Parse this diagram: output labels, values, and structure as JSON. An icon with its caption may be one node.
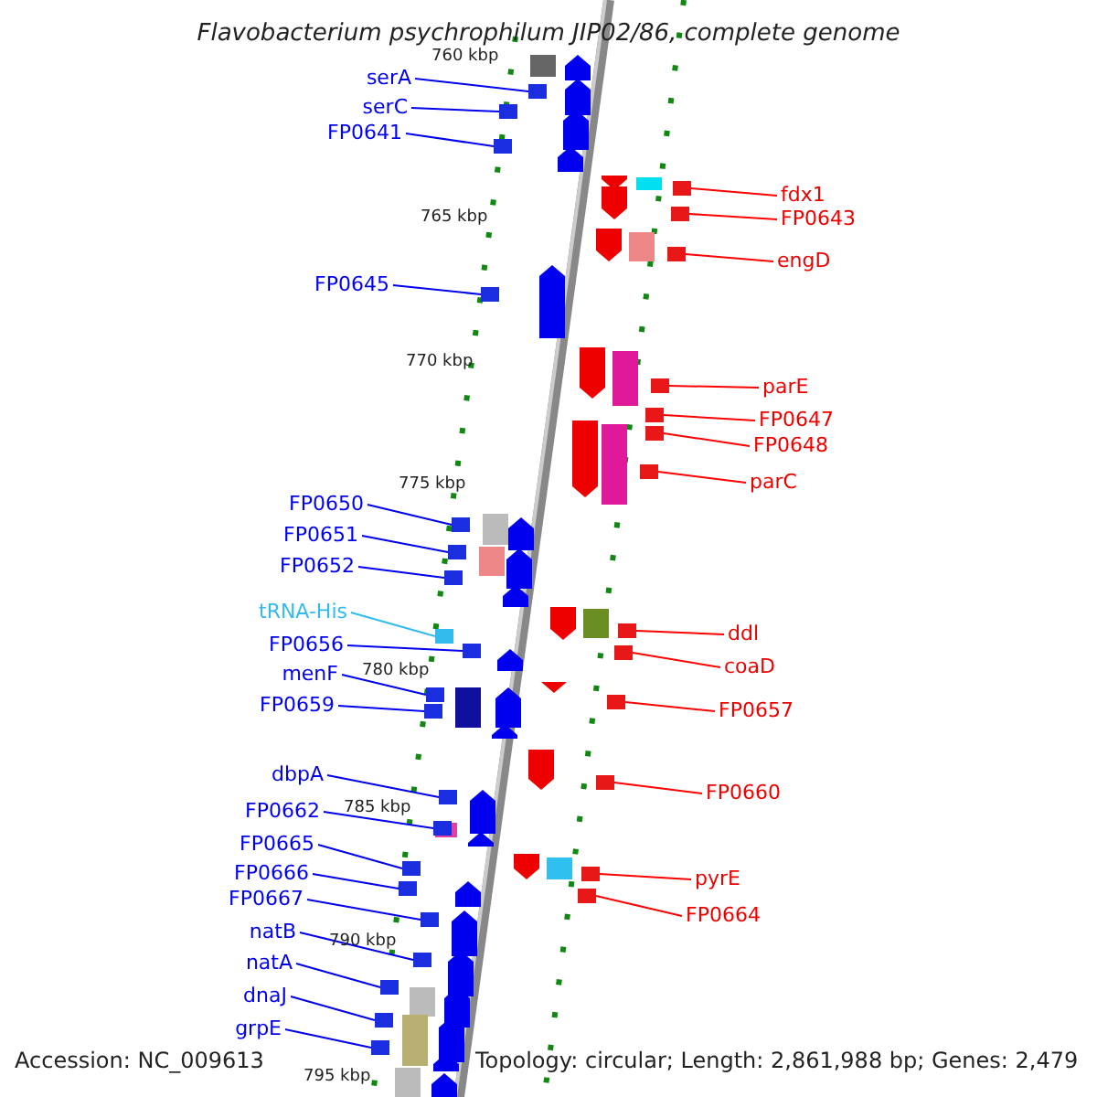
{
  "diagram": {
    "title": "Flavobacterium psychrophilum JIP02/86, complete genome",
    "nodes": [
      {
        "text": [
          "serA"
        ]
      },
      {
        "text": [
          "serC"
        ]
      },
      {
        "text": [
          "FP0641"
        ]
      },
      {
        "text": [
          "fdx1"
        ]
      },
      {
        "text": [
          "FP0643"
        ]
      },
      {
        "text": [
          "engD"
        ]
      },
      {
        "text": [
          "FP0645"
        ]
      },
      {
        "text": [
          "parE"
        ]
      },
      {
        "text": [
          "FP0647"
        ]
      },
      {
        "text": [
          "FP0648"
        ]
      },
      {
        "text": [
          "parC"
        ]
      },
      {
        "text": [
          "FP0650"
        ]
      },
      {
        "text": [
          "FP0651"
        ]
      },
      {
        "text": [
          "FP0652"
        ]
      },
      {
        "text": [
          "tRNA-His"
        ]
      },
      {
        "text": [
          "ddl"
        ]
      },
      {
        "text": [
          "FP0656"
        ]
      },
      {
        "text": [
          "coaD"
        ]
      },
      {
        "text": [
          "menF"
        ]
      },
      {
        "text": [
          "FP0659"
        ]
      },
      {
        "text": [
          "FP0657"
        ]
      },
      {
        "text": [
          "dbpA"
        ]
      },
      {
        "text": [
          "FP0660"
        ]
      },
      {
        "text": [
          "FP0662"
        ]
      },
      {
        "text": [
          "FP0665"
        ]
      },
      {
        "text": [
          "FP0666"
        ]
      },
      {
        "text": [
          "pyrE"
        ]
      },
      {
        "text": [
          "FP0667"
        ]
      },
      {
        "text": [
          "FP0664"
        ]
      },
      {
        "text": [
          "natB"
        ]
      },
      {
        "text": [
          "natA"
        ]
      },
      {
        "text": [
          "dnaJ"
        ]
      },
      {
        "text": [
          "grpE"
        ]
      },
      {
        "text": [],
        "shape": "bar"
      },
      {
        "text": [],
        "shape": "bar"
      },
      {
        "text": [],
        "shape": "bar"
      },
      {
        "text": [],
        "shape": "bar"
      },
      {
        "text": [],
        "shape": "bar"
      },
      {
        "text": [],
        "shape": "bar"
      },
      {
        "text": [],
        "shape": "bar"
      },
      {
        "text": [],
        "shape": "bar"
      },
      {
        "text": [],
        "shape": "bar"
      },
      {
        "text": [],
        "shape": "bar"
      },
      {
        "text": [],
        "shape": "bar"
      },
      {
        "text": [],
        "shape": "bar"
      },
      {
        "text": [],
        "shape": "bar"
      },
      {
        "text": [],
        "shape": "bar"
      },
      {
        "text": [],
        "shape": "bar"
      },
      {
        "text": [],
        "shape": "bar"
      },
      {
        "text": [],
        "shape": "bar"
      },
      {
        "text": [],
        "shape": "bar"
      },
      {
        "text": [],
        "shape": "bar"
      },
      {
        "text": [],
        "shape": "bar"
      },
      {
        "text": [],
        "shape": "bar"
      },
      {
        "text": [],
        "shape": "bar"
      },
      {
        "text": [],
        "shape": "bar"
      },
      {
        "text": [],
        "shape": "bar"
      },
      {
        "text": [],
        "shape": "bar"
      },
      {
        "text": [],
        "shape": "bar"
      },
      {
        "text": [],
        "shape": "bar"
      },
      {
        "text": [],
        "shape": "bar"
      },
      {
        "text": [],
        "shape": "bar"
      },
      {
        "text": [],
        "shape": "bar"
      },
      {
        "text": [],
        "shape": "bar"
      },
      {
        "text": [],
        "shape": "bar"
      },
      {
        "text": [],
        "shape": "bar"
      }
    ],
    "edges": [
      {
        "from": 0,
        "to": 33,
        "arrow": "none"
      },
      {
        "from": 1,
        "to": 34,
        "arrow": "none"
      },
      {
        "from": 2,
        "to": 35,
        "arrow": "none"
      },
      {
        "from": 3,
        "to": 36,
        "arrow": "none",
        "color": "#ff0000"
      },
      {
        "from": 4,
        "to": 37,
        "arrow": "none",
        "color": "#ff0000"
      },
      {
        "from": 5,
        "to": 38,
        "arrow": "none",
        "color": "#ff0000"
      },
      {
        "from": 6,
        "to": 39,
        "arrow": "none"
      },
      {
        "from": 7,
        "to": 40,
        "arrow": "none",
        "color": "#ff0000"
      },
      {
        "from": 8,
        "to": 41,
        "arrow": "none",
        "color": "#ff0000"
      },
      {
        "from": 9,
        "to": 42,
        "arrow": "none",
        "color": "#ff0000"
      },
      {
        "from": 10,
        "to": 43,
        "arrow": "none",
        "color": "#ff0000"
      },
      {
        "from": 11,
        "to": 44,
        "arrow": "none"
      },
      {
        "from": 12,
        "to": 45,
        "arrow": "none"
      },
      {
        "from": 13,
        "to": 46,
        "arrow": "none"
      },
      {
        "from": 14,
        "to": 48,
        "arrow": "none",
        "color": "#33bbee"
      },
      {
        "from": 15,
        "to": 47,
        "arrow": "none",
        "color": "#ff0000"
      },
      {
        "from": 16,
        "to": 49,
        "arrow": "none"
      },
      {
        "from": 17,
        "to": 50,
        "arrow": "none",
        "color": "#ff0000"
      },
      {
        "from": 18,
        "to": 51,
        "arrow": "none"
      },
      {
        "from": 19,
        "to": 53,
        "arrow": "none"
      },
      {
        "from": 20,
        "to": 52,
        "arrow": "none",
        "color": "#ff0000"
      },
      {
        "from": 21,
        "to": 55,
        "arrow": "none"
      },
      {
        "from": 22,
        "to": 54,
        "arrow": "none",
        "color": "#ff0000"
      },
      {
        "from": 23,
        "to": 56,
        "arrow": "none"
      },
      {
        "from": 24,
        "to": 57,
        "arrow": "none"
      },
      {
        "from": 25,
        "to": 59,
        "arrow": "none"
      },
      {
        "from": 26,
        "to": 58,
        "arrow": "none",
        "color": "#ff0000"
      },
      {
        "from": 27,
        "to": 61,
        "arrow": "none"
      },
      {
        "from": 28,
        "to": 60,
        "arrow": "none",
        "color": "#ff0000"
      },
      {
        "from": 29,
        "to": 62,
        "arrow": "none"
      },
      {
        "from": 30,
        "to": 63,
        "arrow": "none"
      },
      {
        "from": 31,
        "to": 64,
        "arrow": "none"
      },
      {
        "from": 32,
        "to": 65,
        "arrow": "none"
      }
    ],
    "labels": [
      "760 kbp",
      "765 kbp",
      "770 kbp",
      "775 kbp",
      "780 kbp",
      "785 kbp",
      "790 kbp",
      "795 kbp",
      "Accession: NC_009613",
      "Topology: circular; Length: 2,861,988 bp; Genes: 2,479"
    ]
  }
}
